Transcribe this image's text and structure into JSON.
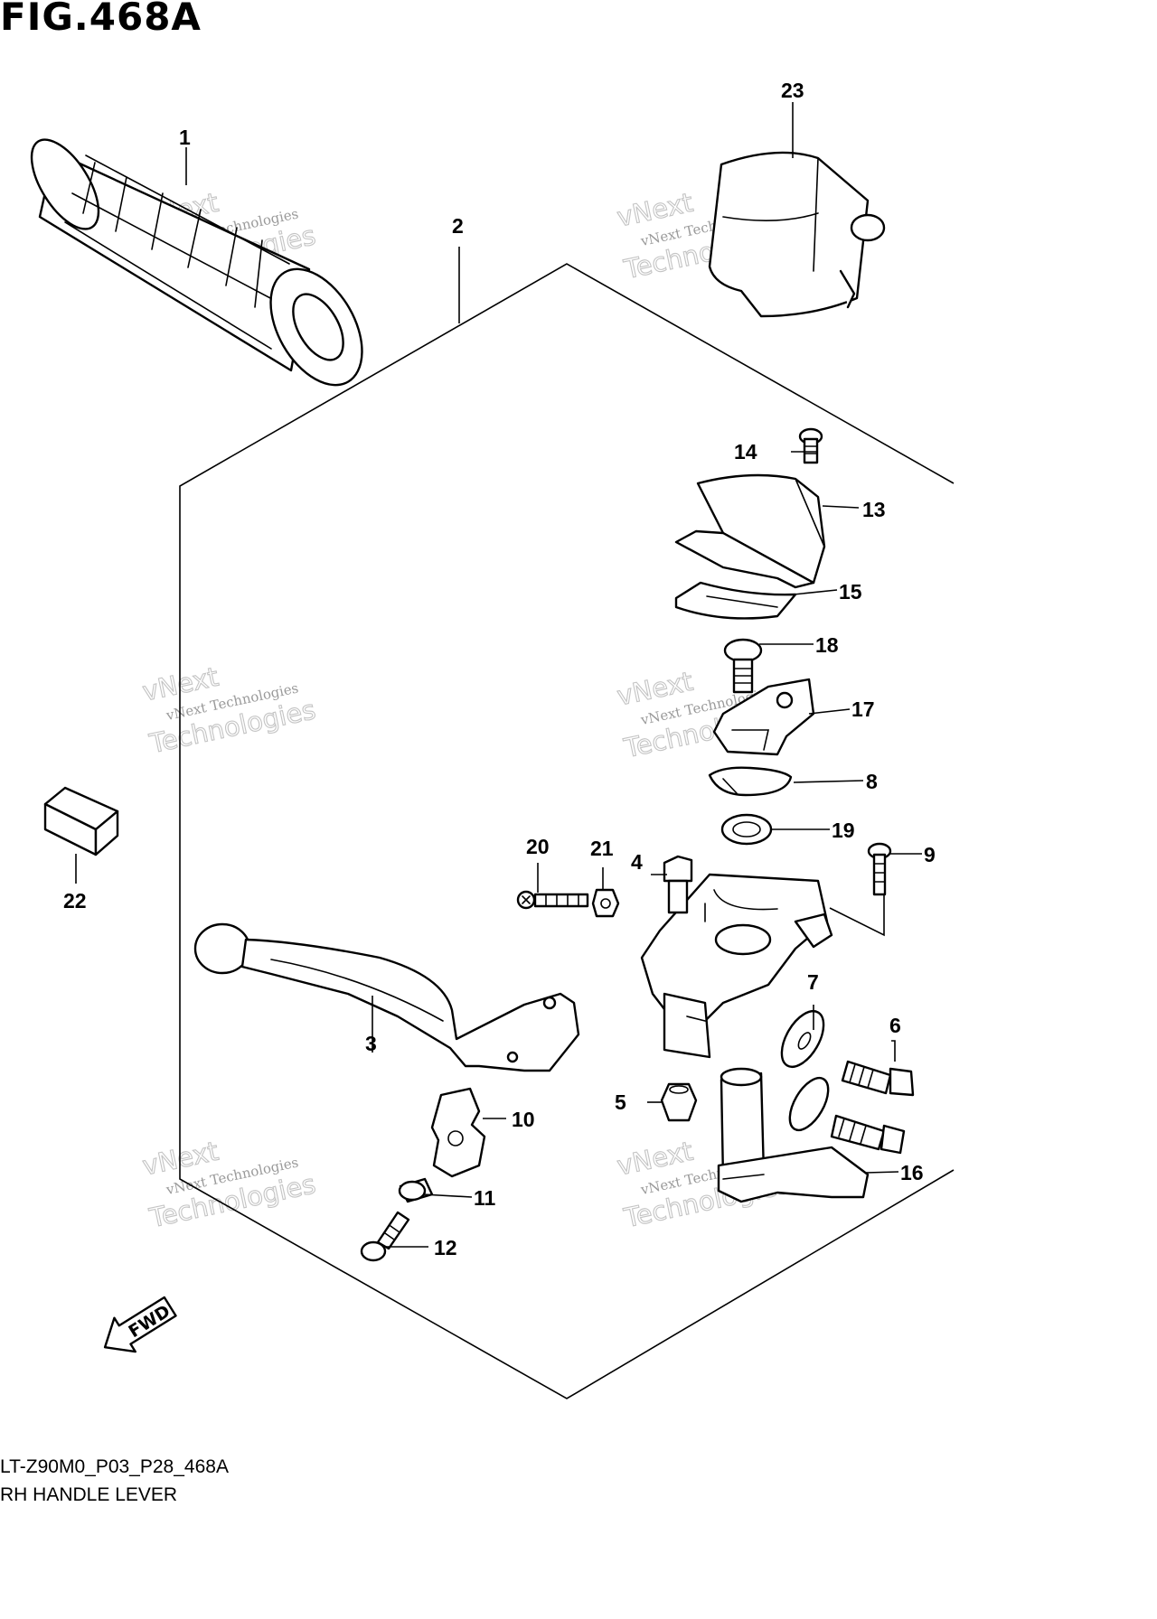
{
  "figure": {
    "title": "FIG.468A",
    "code": "LT-Z90M0_P03_P28_468A",
    "name": "RH HANDLE LEVER"
  },
  "watermark": {
    "line1": "vNext Technologies",
    "line2": "Technologies",
    "line3": "vNext"
  },
  "fwd_label": "FWD",
  "callouts": {
    "c1": "1",
    "c2": "2",
    "c3": "3",
    "c4": "4",
    "c5": "5",
    "c6": "6",
    "c7": "7",
    "c8": "8",
    "c9": "9",
    "c10": "10",
    "c11": "11",
    "c12": "12",
    "c13": "13",
    "c14": "14",
    "c15": "15",
    "c16": "16",
    "c17": "17",
    "c18": "18",
    "c19": "19",
    "c20": "20",
    "c21": "21",
    "c22": "22",
    "c23": "23"
  }
}
